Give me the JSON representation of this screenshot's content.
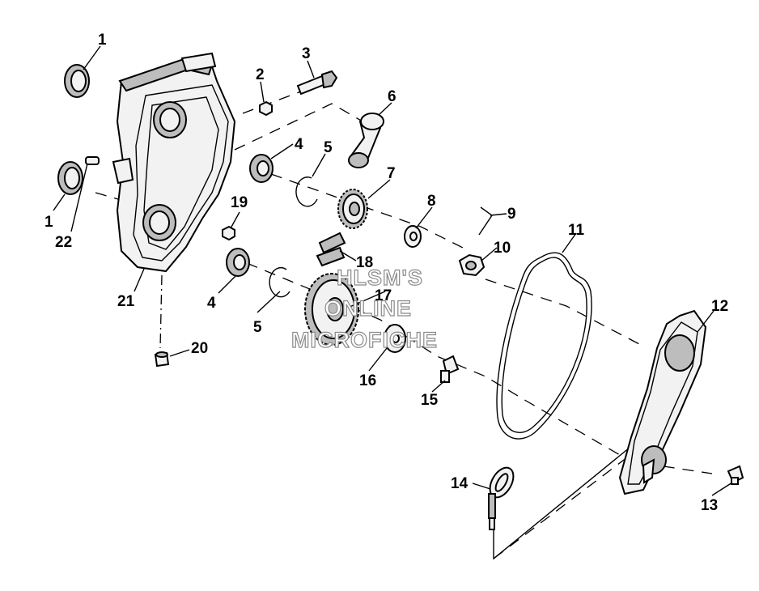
{
  "callouts": [
    {
      "id": "c1a",
      "label": "1"
    },
    {
      "id": "c1b",
      "label": "1"
    },
    {
      "id": "c2",
      "label": "2"
    },
    {
      "id": "c3",
      "label": "3"
    },
    {
      "id": "c4a",
      "label": "4"
    },
    {
      "id": "c4b",
      "label": "4"
    },
    {
      "id": "c5a",
      "label": "5"
    },
    {
      "id": "c5b",
      "label": "5"
    },
    {
      "id": "c6",
      "label": "6"
    },
    {
      "id": "c7",
      "label": "7"
    },
    {
      "id": "c8",
      "label": "8"
    },
    {
      "id": "c9",
      "label": "9"
    },
    {
      "id": "c10",
      "label": "10"
    },
    {
      "id": "c11",
      "label": "11"
    },
    {
      "id": "c12",
      "label": "12"
    },
    {
      "id": "c13",
      "label": "13"
    },
    {
      "id": "c14",
      "label": "14"
    },
    {
      "id": "c15",
      "label": "15"
    },
    {
      "id": "c16",
      "label": "16"
    },
    {
      "id": "c17",
      "label": "17"
    },
    {
      "id": "c18",
      "label": "18"
    },
    {
      "id": "c19",
      "label": "19"
    },
    {
      "id": "c20",
      "label": "20"
    },
    {
      "id": "c21",
      "label": "21"
    },
    {
      "id": "c22",
      "label": "22"
    }
  ],
  "watermark": {
    "line1": "HLSM'S",
    "line2": "ONLINE",
    "line3": "MICROFICHE"
  }
}
